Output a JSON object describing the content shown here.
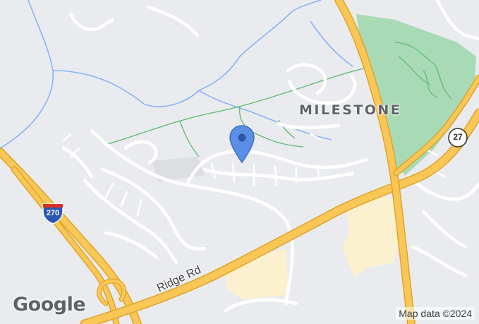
{
  "map": {
    "neighborhood_label": "MILESTONE",
    "road_label": "Ridge Rd",
    "interstate_shield": "270",
    "state_route_shield": "27",
    "logo_text": "Google",
    "attribution": "Map data ©2024",
    "icons": {
      "marker": "location-pin-icon",
      "interstate": "interstate-shield-icon",
      "state_route": "state-route-shield-icon"
    },
    "colors": {
      "land": "#e9ebee",
      "highway": "#f9c757",
      "highway_casing": "#e0a426",
      "local_road": "#ffffff",
      "park": "#a8dab5",
      "commercial": "#fcf1cf",
      "water": "#8ab4f8",
      "trail": "#5bb974",
      "marker": "#5b8fe5"
    }
  }
}
